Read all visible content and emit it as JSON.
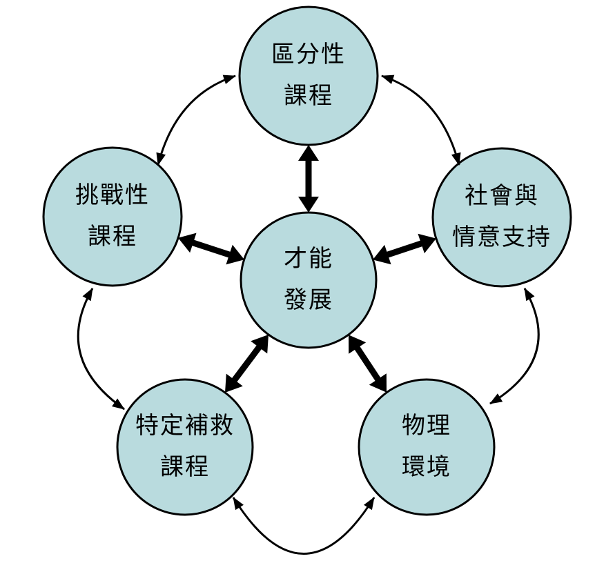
{
  "diagram": {
    "background_color": "#ffffff",
    "node_fill_color": "#b9dbde",
    "node_stroke_color": "#000000",
    "arrow_color": "#000000",
    "nodes": {
      "top": {
        "lines": [
          "區分性",
          "課程"
        ]
      },
      "left": {
        "lines": [
          "挑戰性",
          "課程"
        ]
      },
      "right": {
        "lines": [
          "社會與",
          "情意支持"
        ]
      },
      "center": {
        "lines": [
          "才能",
          "發展"
        ]
      },
      "bottom_left": {
        "lines": [
          "特定補救",
          "課程"
        ]
      },
      "bottom_right": {
        "lines": [
          "物理",
          "環境"
        ]
      }
    },
    "links": [
      {
        "between": [
          "才能發展",
          "區分性課程"
        ],
        "style": "thick-double-arrow"
      },
      {
        "between": [
          "才能發展",
          "挑戰性課程"
        ],
        "style": "thick-double-arrow"
      },
      {
        "between": [
          "才能發展",
          "社會與情意支持"
        ],
        "style": "thick-double-arrow"
      },
      {
        "between": [
          "才能發展",
          "特定補救課程"
        ],
        "style": "thick-double-arrow"
      },
      {
        "between": [
          "才能發展",
          "物理環境"
        ],
        "style": "thick-double-arrow"
      },
      {
        "between": [
          "挑戰性課程",
          "區分性課程"
        ],
        "style": "thin-curved-double-arrow"
      },
      {
        "between": [
          "區分性課程",
          "社會與情意支持"
        ],
        "style": "thin-curved-double-arrow"
      },
      {
        "between": [
          "挑戰性課程",
          "特定補救課程"
        ],
        "style": "thin-curved-double-arrow"
      },
      {
        "between": [
          "社會與情意支持",
          "物理環境"
        ],
        "style": "thin-curved-double-arrow"
      },
      {
        "between": [
          "特定補救課程",
          "物理環境"
        ],
        "style": "thin-curved-double-arrow"
      }
    ]
  }
}
